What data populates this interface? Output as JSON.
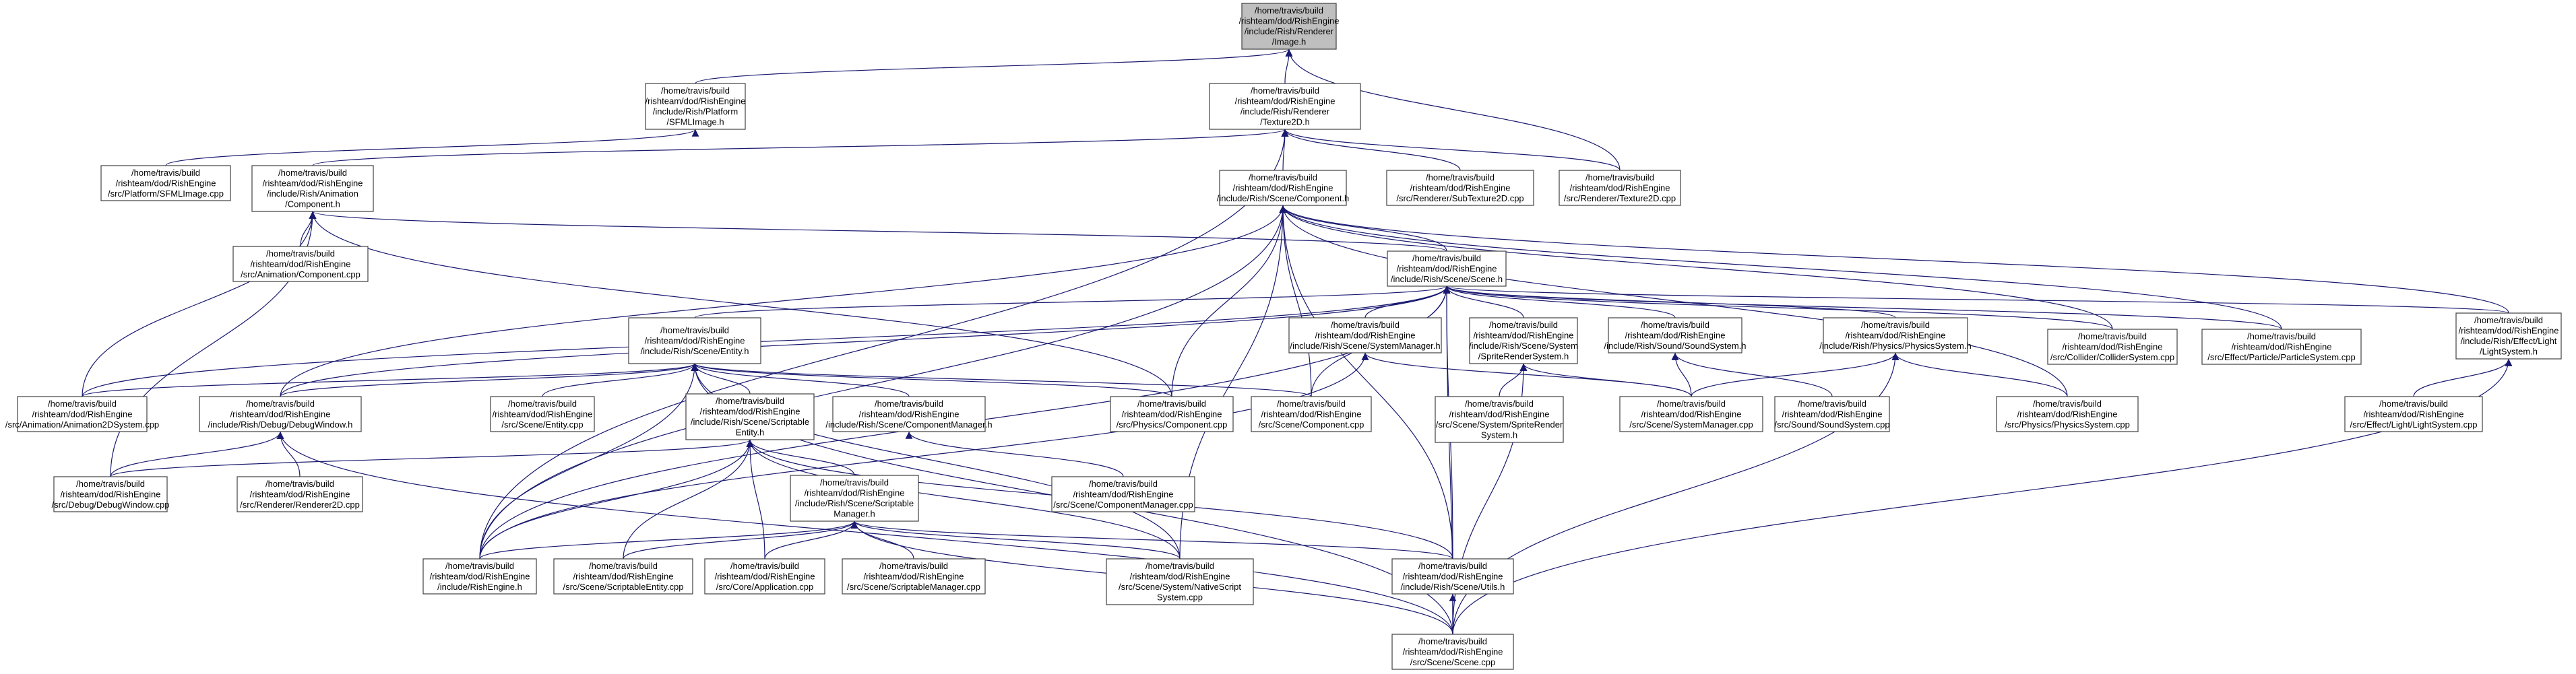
{
  "diagram": {
    "type": "include-dependency-graph",
    "root": "image_h",
    "nodes": [
      {
        "id": "image_h",
        "lines": [
          "/home/travis/build",
          "/rishteam/dod/RishEngine",
          "/include/Rish/Renderer",
          "/Image.h"
        ]
      },
      {
        "id": "sfmlimage_h",
        "lines": [
          "/home/travis/build",
          "/rishteam/dod/RishEngine",
          "/include/Rish/Platform",
          "/SFMLImage.h"
        ]
      },
      {
        "id": "texture2d_h",
        "lines": [
          "/home/travis/build",
          "/rishteam/dod/RishEngine",
          "/include/Rish/Renderer",
          "/Texture2D.h"
        ]
      },
      {
        "id": "sfmlimage_cpp",
        "lines": [
          "/home/travis/build",
          "/rishteam/dod/RishEngine",
          "/src/Platform/SFMLImage.cpp"
        ]
      },
      {
        "id": "anim_component_h",
        "lines": [
          "/home/travis/build",
          "/rishteam/dod/RishEngine",
          "/include/Rish/Animation",
          "/Component.h"
        ]
      },
      {
        "id": "scene_component_h",
        "lines": [
          "/home/travis/build",
          "/rishteam/dod/RishEngine",
          "/include/Rish/Scene/Component.h"
        ]
      },
      {
        "id": "subtexture2d_cpp",
        "lines": [
          "/home/travis/build",
          "/rishteam/dod/RishEngine",
          "/src/Renderer/SubTexture2D.cpp"
        ]
      },
      {
        "id": "texture2d_cpp",
        "lines": [
          "/home/travis/build",
          "/rishteam/dod/RishEngine",
          "/src/Renderer/Texture2D.cpp"
        ]
      },
      {
        "id": "anim_component_cpp",
        "lines": [
          "/home/travis/build",
          "/rishteam/dod/RishEngine",
          "/src/Animation/Component.cpp"
        ]
      },
      {
        "id": "scene_h",
        "lines": [
          "/home/travis/build",
          "/rishteam/dod/RishEngine",
          "/include/Rish/Scene/Scene.h"
        ]
      },
      {
        "id": "entity_h",
        "lines": [
          "/home/travis/build",
          "/rishteam/dod/RishEngine",
          "/include/Rish/Scene/Entity.h"
        ]
      },
      {
        "id": "systemmanager_h",
        "lines": [
          "/home/travis/build",
          "/rishteam/dod/RishEngine",
          "/include/Rish/Scene/SystemManager.h"
        ]
      },
      {
        "id": "spriterendersystem_h",
        "lines": [
          "/home/travis/build",
          "/rishteam/dod/RishEngine",
          "/include/Rish/Scene/System",
          "/SpriteRenderSystem.h"
        ]
      },
      {
        "id": "soundsystem_h",
        "lines": [
          "/home/travis/build",
          "/rishteam/dod/RishEngine",
          "/include/Rish/Sound/SoundSystem.h"
        ]
      },
      {
        "id": "physicssystem_h",
        "lines": [
          "/home/travis/build",
          "/rishteam/dod/RishEngine",
          "/include/Rish/Physics/PhysicsSystem.h"
        ]
      },
      {
        "id": "collidersystem_cpp",
        "lines": [
          "/home/travis/build",
          "/rishteam/dod/RishEngine",
          "/src/Collider/ColliderSystem.cpp"
        ]
      },
      {
        "id": "particlesystem_cpp",
        "lines": [
          "/home/travis/build",
          "/rishteam/dod/RishEngine",
          "/src/Effect/Particle/ParticleSystem.cpp"
        ]
      },
      {
        "id": "lightsystem_h",
        "lines": [
          "/home/travis/build",
          "/rishteam/dod/RishEngine",
          "/include/Rish/Effect/Light",
          "/LightSystem.h"
        ]
      },
      {
        "id": "animation2dsystem_cpp",
        "lines": [
          "/home/travis/build",
          "/rishteam/dod/RishEngine",
          "/src/Animation/Animation2DSystem.cpp"
        ]
      },
      {
        "id": "debugwindow_h",
        "lines": [
          "/home/travis/build",
          "/rishteam/dod/RishEngine",
          "/include/Rish/Debug/DebugWindow.h"
        ]
      },
      {
        "id": "entity_cpp",
        "lines": [
          "/home/travis/build",
          "/rishteam/dod/RishEngine",
          "/src/Scene/Entity.cpp"
        ]
      },
      {
        "id": "scriptableentity_h",
        "lines": [
          "/home/travis/build",
          "/rishteam/dod/RishEngine",
          "/include/Rish/Scene/Scriptable",
          "Entity.h"
        ]
      },
      {
        "id": "componentmanager_h",
        "lines": [
          "/home/travis/build",
          "/rishteam/dod/RishEngine",
          "/include/Rish/Scene/ComponentManager.h"
        ]
      },
      {
        "id": "physics_component_cpp",
        "lines": [
          "/home/travis/build",
          "/rishteam/dod/RishEngine",
          "/src/Physics/Component.cpp"
        ]
      },
      {
        "id": "scene_component_cpp",
        "lines": [
          "/home/travis/build",
          "/rishteam/dod/RishEngine",
          "/src/Scene/Component.cpp"
        ]
      },
      {
        "id": "spriterender_h",
        "lines": [
          "/home/travis/build",
          "/rishteam/dod/RishEngine",
          "/src/Scene/System/SpriteRender",
          "System.h"
        ]
      },
      {
        "id": "systemmanager_cpp",
        "lines": [
          "/home/travis/build",
          "/rishteam/dod/RishEngine",
          "/src/Scene/SystemManager.cpp"
        ]
      },
      {
        "id": "soundsystem_cpp",
        "lines": [
          "/home/travis/build",
          "/rishteam/dod/RishEngine",
          "/src/Sound/SoundSystem.cpp"
        ]
      },
      {
        "id": "physicssystem_cpp",
        "lines": [
          "/home/travis/build",
          "/rishteam/dod/RishEngine",
          "/src/Physics/PhysicsSystem.cpp"
        ]
      },
      {
        "id": "lightsystem_cpp",
        "lines": [
          "/home/travis/build",
          "/rishteam/dod/RishEngine",
          "/src/Effect/Light/LightSystem.cpp"
        ]
      },
      {
        "id": "debugwindow_cpp",
        "lines": [
          "/home/travis/build",
          "/rishteam/dod/RishEngine",
          "/src/Debug/DebugWindow.cpp"
        ]
      },
      {
        "id": "renderer2d_cpp",
        "lines": [
          "/home/travis/build",
          "/rishteam/dod/RishEngine",
          "/src/Renderer/Renderer2D.cpp"
        ]
      },
      {
        "id": "scriptablemanager_h",
        "lines": [
          "/home/travis/build",
          "/rishteam/dod/RishEngine",
          "/include/Rish/Scene/Scriptable",
          "Manager.h"
        ]
      },
      {
        "id": "componentmanager_cpp",
        "lines": [
          "/home/travis/build",
          "/rishteam/dod/RishEngine",
          "/src/Scene/ComponentManager.cpp"
        ]
      },
      {
        "id": "rishengine_h",
        "lines": [
          "/home/travis/build",
          "/rishteam/dod/RishEngine",
          "/include/RishEngine.h"
        ]
      },
      {
        "id": "scriptableentity_cpp",
        "lines": [
          "/home/travis/build",
          "/rishteam/dod/RishEngine",
          "/src/Scene/ScriptableEntity.cpp"
        ]
      },
      {
        "id": "application_cpp",
        "lines": [
          "/home/travis/build",
          "/rishteam/dod/RishEngine",
          "/src/Core/Application.cpp"
        ]
      },
      {
        "id": "scriptablemanager_cpp",
        "lines": [
          "/home/travis/build",
          "/rishteam/dod/RishEngine",
          "/src/Scene/ScriptableManager.cpp"
        ]
      },
      {
        "id": "nativescriptsystem_cpp",
        "lines": [
          "/home/travis/build",
          "/rishteam/dod/RishEngine",
          "/src/Scene/System/NativeScript",
          "System.cpp"
        ]
      },
      {
        "id": "utils_h",
        "lines": [
          "/home/travis/build",
          "/rishteam/dod/RishEngine",
          "/include/Rish/Scene/Utils.h"
        ]
      },
      {
        "id": "scene_cpp",
        "lines": [
          "/home/travis/build",
          "/rishteam/dod/RishEngine",
          "/src/Scene/Scene.cpp"
        ]
      }
    ],
    "edges": [
      [
        "sfmlimage_h",
        "image_h"
      ],
      [
        "texture2d_h",
        "image_h"
      ],
      [
        "texture2d_cpp",
        "image_h"
      ],
      [
        "sfmlimage_cpp",
        "sfmlimage_h"
      ],
      [
        "anim_component_h",
        "texture2d_h"
      ],
      [
        "scene_component_h",
        "texture2d_h"
      ],
      [
        "subtexture2d_cpp",
        "texture2d_h"
      ],
      [
        "texture2d_cpp",
        "texture2d_h"
      ],
      [
        "rishengine_h",
        "texture2d_h"
      ],
      [
        "anim_component_cpp",
        "anim_component_h"
      ],
      [
        "scene_h",
        "anim_component_h"
      ],
      [
        "animation2dsystem_cpp",
        "anim_component_h"
      ],
      [
        "debugwindow_cpp",
        "anim_component_h"
      ],
      [
        "physics_component_cpp",
        "anim_component_h"
      ],
      [
        "scene_h",
        "scene_component_h"
      ],
      [
        "rishengine_h",
        "scene_component_h"
      ],
      [
        "debugwindow_h",
        "scene_component_h"
      ],
      [
        "physics_component_cpp",
        "scene_component_h"
      ],
      [
        "scene_component_cpp",
        "scene_component_h"
      ],
      [
        "nativescriptsystem_cpp",
        "scene_component_h"
      ],
      [
        "collidersystem_cpp",
        "scene_component_h"
      ],
      [
        "particlesystem_cpp",
        "scene_component_h"
      ],
      [
        "lightsystem_h",
        "scene_component_h"
      ],
      [
        "utils_h",
        "scene_component_h"
      ],
      [
        "physicssystem_cpp",
        "scene_component_h"
      ],
      [
        "entity_h",
        "scene_h"
      ],
      [
        "systemmanager_h",
        "scene_h"
      ],
      [
        "spriterendersystem_h",
        "scene_h"
      ],
      [
        "soundsystem_h",
        "scene_h"
      ],
      [
        "physicssystem_h",
        "scene_h"
      ],
      [
        "collidersystem_cpp",
        "scene_h"
      ],
      [
        "particlesystem_cpp",
        "scene_h"
      ],
      [
        "lightsystem_h",
        "scene_h"
      ],
      [
        "animation2dsystem_cpp",
        "scene_h"
      ],
      [
        "debugwindow_h",
        "scene_h"
      ],
      [
        "rishengine_h",
        "scene_h"
      ],
      [
        "utils_h",
        "scene_h"
      ],
      [
        "scene_cpp",
        "scene_h"
      ],
      [
        "scene_component_cpp",
        "scene_h"
      ],
      [
        "animation2dsystem_cpp",
        "entity_h"
      ],
      [
        "debugwindow_h",
        "entity_h"
      ],
      [
        "entity_cpp",
        "entity_h"
      ],
      [
        "scriptableentity_h",
        "entity_h"
      ],
      [
        "componentmanager_h",
        "entity_h"
      ],
      [
        "physics_component_cpp",
        "entity_h"
      ],
      [
        "scene_component_cpp",
        "entity_h"
      ],
      [
        "rishengine_h",
        "entity_h"
      ],
      [
        "nativescriptsystem_cpp",
        "entity_h"
      ],
      [
        "scene_cpp",
        "entity_h"
      ],
      [
        "rishengine_h",
        "systemmanager_h"
      ],
      [
        "systemmanager_cpp",
        "systemmanager_h"
      ],
      [
        "spriterender_h",
        "spriterendersystem_h"
      ],
      [
        "systemmanager_cpp",
        "spriterendersystem_h"
      ],
      [
        "scene_cpp",
        "spriterendersystem_h"
      ],
      [
        "systemmanager_cpp",
        "soundsystem_h"
      ],
      [
        "soundsystem_cpp",
        "soundsystem_h"
      ],
      [
        "systemmanager_cpp",
        "physicssystem_h"
      ],
      [
        "physicssystem_cpp",
        "physicssystem_h"
      ],
      [
        "scene_cpp",
        "physicssystem_h"
      ],
      [
        "lightsystem_cpp",
        "lightsystem_h"
      ],
      [
        "scene_cpp",
        "lightsystem_h"
      ],
      [
        "debugwindow_cpp",
        "debugwindow_h"
      ],
      [
        "renderer2d_cpp",
        "debugwindow_h"
      ],
      [
        "scene_cpp",
        "debugwindow_h"
      ],
      [
        "scriptablemanager_h",
        "scriptableentity_h"
      ],
      [
        "rishengine_h",
        "scriptableentity_h"
      ],
      [
        "scriptableentity_cpp",
        "scriptableentity_h"
      ],
      [
        "application_cpp",
        "scriptableentity_h"
      ],
      [
        "nativescriptsystem_cpp",
        "scriptableentity_h"
      ],
      [
        "utils_h",
        "scriptableentity_h"
      ],
      [
        "debugwindow_cpp",
        "scriptableentity_h"
      ],
      [
        "componentmanager_cpp",
        "componentmanager_h"
      ],
      [
        "rishengine_h",
        "scriptablemanager_h"
      ],
      [
        "scriptableentity_cpp",
        "scriptablemanager_h"
      ],
      [
        "application_cpp",
        "scriptablemanager_h"
      ],
      [
        "scriptablemanager_cpp",
        "scriptablemanager_h"
      ],
      [
        "nativescriptsystem_cpp",
        "scriptablemanager_h"
      ],
      [
        "utils_h",
        "scriptablemanager_h"
      ],
      [
        "scene_cpp",
        "scriptablemanager_h"
      ],
      [
        "scene_cpp",
        "utils_h"
      ]
    ]
  }
}
